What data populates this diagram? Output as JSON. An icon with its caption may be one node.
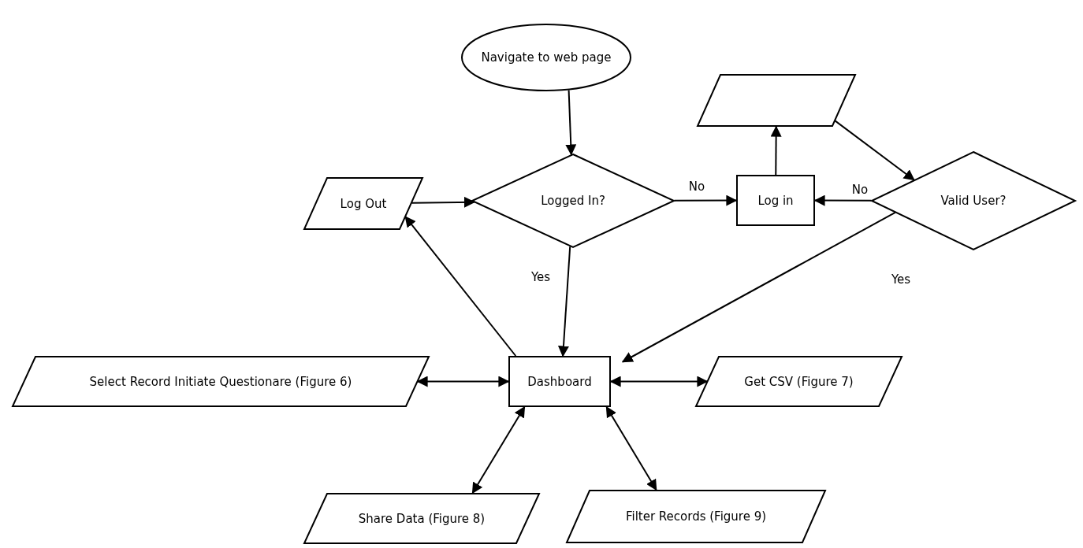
{
  "diagram": {
    "nodes": [
      {
        "text": [
          "Navigate to web page"
        ]
      },
      {
        "text": [
          "Logged In?"
        ]
      },
      {
        "text": [
          "Log Out"
        ]
      },
      {
        "text": [
          "Log in"
        ]
      },
      {
        "text": [],
        "shape": "parallelogram"
      },
      {
        "text": [
          "Valid User?"
        ]
      },
      {
        "text": [
          "Dashboard"
        ]
      },
      {
        "text": [
          "Select Record Initiate Questionare (Figure 6)"
        ]
      },
      {
        "text": [
          "Get CSV (Figure 7)"
        ]
      },
      {
        "text": [
          "Share Data (Figure 8)"
        ]
      },
      {
        "text": [
          "Filter Records (Figure 9)"
        ]
      }
    ],
    "edges": [
      {
        "from": 0,
        "to": 1,
        "arrow": "to"
      },
      {
        "from": 2,
        "to": 1,
        "arrow": "to"
      },
      {
        "from": 1,
        "to": 3,
        "arrow": "to",
        "label": "No"
      },
      {
        "from": 3,
        "to": 4,
        "arrow": "to"
      },
      {
        "from": 4,
        "to": 5,
        "arrow": "to"
      },
      {
        "from": 5,
        "to": 3,
        "arrow": "to",
        "label": "No"
      },
      {
        "from": 1,
        "to": 6,
        "arrow": "to",
        "label": "Yes"
      },
      {
        "from": 5,
        "to": 6,
        "arrow": "to",
        "label": "Yes"
      },
      {
        "from": 6,
        "to": 2,
        "arrow": "to"
      },
      {
        "from": 6,
        "to": 7,
        "arrow": "both"
      },
      {
        "from": 6,
        "to": 8,
        "arrow": "both"
      },
      {
        "from": 6,
        "to": 9,
        "arrow": "both"
      },
      {
        "from": 6,
        "to": 10,
        "arrow": "both"
      }
    ]
  }
}
